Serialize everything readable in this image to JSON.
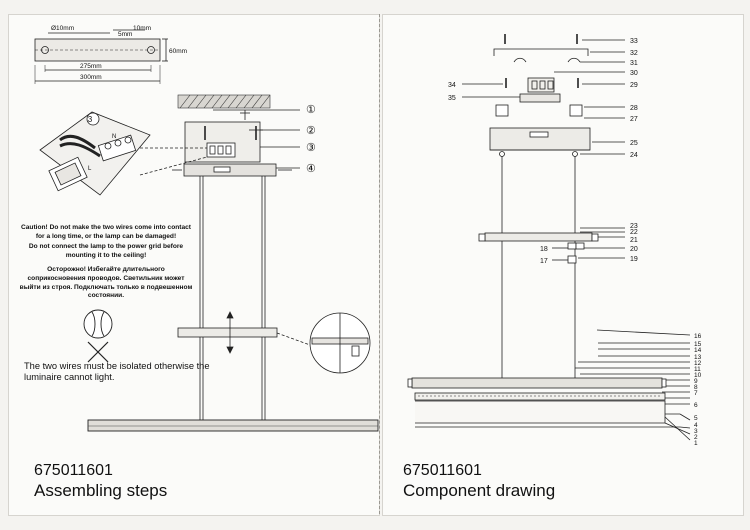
{
  "left_page": {
    "model_code": "675011601",
    "subtitle": "Assembling steps",
    "dimensions": {
      "hole_diameter": "Ø10mm",
      "edge_offset": "5mm",
      "edge_width": "10mm",
      "height": "60mm",
      "hole_spacing": "275mm",
      "total_length": "300mm"
    },
    "step_markers": [
      "①",
      "②",
      "③",
      "④"
    ],
    "inset_step": "3",
    "terminal_labels": {
      "n": "N",
      "l": "L"
    },
    "caution_en": [
      "Caution! Do not make the two wires come into contact for a long time, or the lamp can be damaged!",
      "Do not connect the lamp to the power grid before mounting it to the ceiling!"
    ],
    "caution_ru": [
      "Осторожно! Избегайте длительного соприкосновения проводов. Светильник может выйти из строя. Подключать только в подвешенном состоянии."
    ],
    "isolation_note": "The two wires must be isolated otherwise the luminaire cannot light."
  },
  "right_page": {
    "model_code": "675011601",
    "subtitle": "Component drawing",
    "part_numbers_top": [
      "33",
      "32",
      "31",
      "30",
      "29",
      "34",
      "35",
      "28",
      "27",
      "25",
      "24"
    ],
    "part_numbers_mid": [
      "23",
      "22",
      "21",
      "18",
      "20",
      "17",
      "19"
    ],
    "part_numbers_bottom": [
      "16",
      "15",
      "14",
      "13",
      "12",
      "11",
      "10",
      "9",
      "8",
      "7",
      "6",
      "5",
      "4",
      "3",
      "2",
      "1"
    ]
  }
}
